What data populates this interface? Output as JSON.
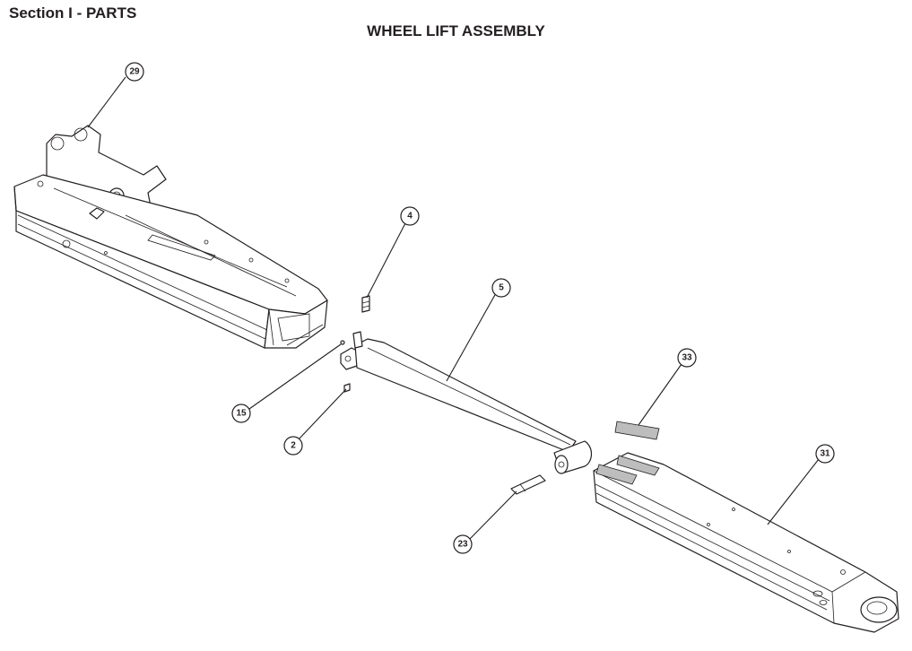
{
  "header": {
    "section": "Section I - PARTS",
    "title": "WHEEL LIFT ASSEMBLY"
  },
  "callouts": {
    "c29": "29",
    "c4": "4",
    "c5": "5",
    "c15": "15",
    "c2": "2",
    "c33": "33",
    "c31": "31",
    "c23": "23"
  }
}
